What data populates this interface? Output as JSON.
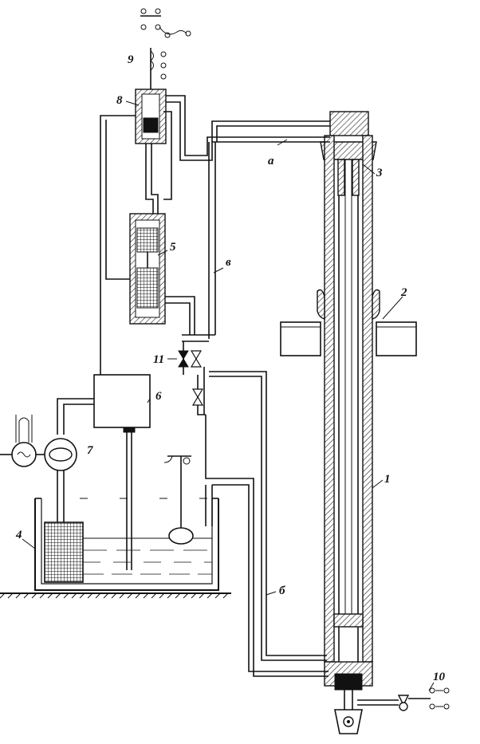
{
  "labels": {
    "l1": "1",
    "l2": "2",
    "l3": "3",
    "l4": "4",
    "l5": "5",
    "l6_pipe_upper": "в",
    "l6_pipe_lower": "б",
    "l6_box": "6",
    "l7": "7",
    "l8": "8",
    "l9": "9",
    "l10": "10",
    "l11": "11",
    "la": "a"
  }
}
